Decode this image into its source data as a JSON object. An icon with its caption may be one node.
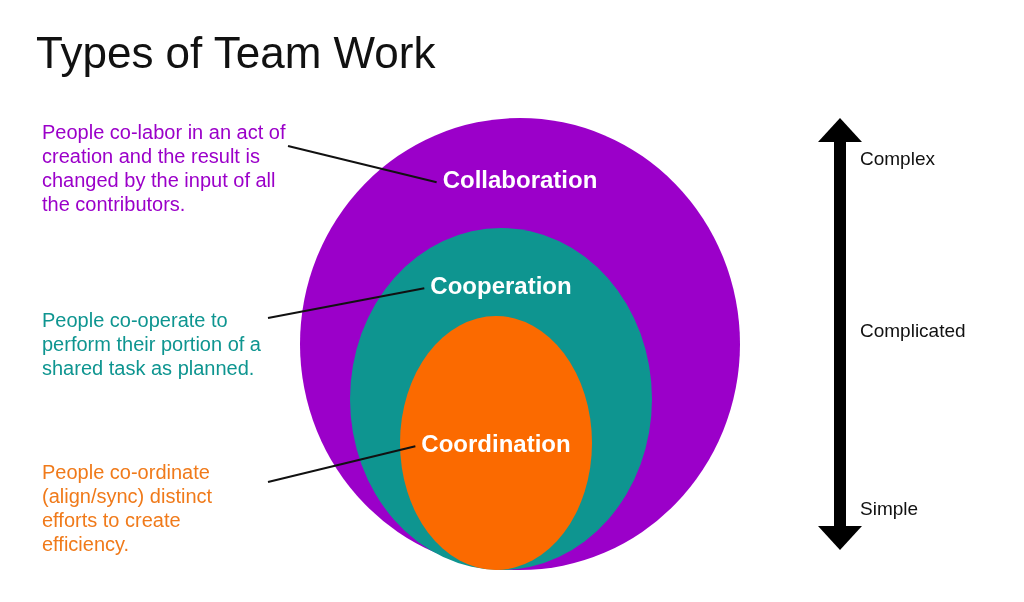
{
  "diagram": {
    "title": "Types of Team Work",
    "nodes": [
      {
        "text": [
          "Collaboration"
        ]
      },
      {
        "text": [
          "Cooperation"
        ],
        "in": 0
      },
      {
        "text": [
          "Coordination"
        ],
        "in": 1
      },
      {
        "text": [
          "People co-labor in an act of creation and the result is changed by the input of all the contributors."
        ]
      },
      {
        "text": [
          "People co-operate to perform their portion of a shared task as planned."
        ]
      },
      {
        "text": [
          "People co-ordinate (align/sync) distinct efforts to create efficiency."
        ]
      }
    ],
    "edges": [
      {
        "from": 3,
        "to": 0,
        "arrow": "none"
      },
      {
        "from": 4,
        "to": 1,
        "arrow": "none"
      },
      {
        "from": 5,
        "to": 2,
        "arrow": "none"
      }
    ],
    "labels": [
      "Complex",
      "Complicated",
      "Simple"
    ]
  }
}
